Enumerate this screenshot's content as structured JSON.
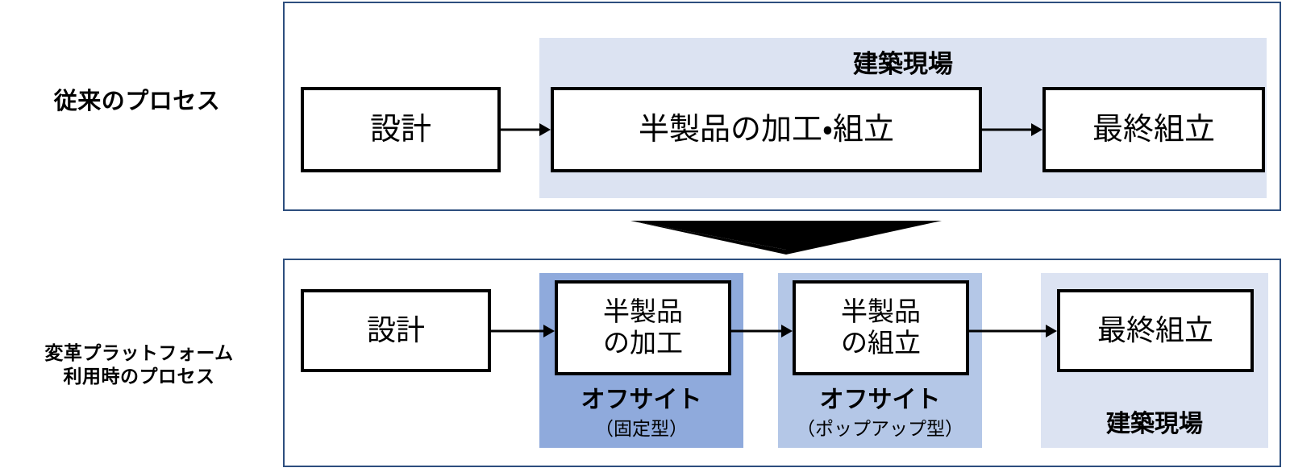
{
  "diagram": {
    "title_present": false,
    "colors": {
      "panel_border": "#2d4e7e",
      "zone_onsite": "#dce3f2",
      "zone_offsite_fixed": "#8faadc",
      "zone_offsite_popup": "#b4c7e7",
      "box_border": "#000000",
      "arrow": "#000000",
      "background": "#ffffff"
    },
    "rows": [
      {
        "id": "legacy",
        "label_lines": [
          "従来のプロセス"
        ],
        "zones": [
          {
            "id": "legacy-site",
            "label": "建築現場",
            "sublabel": "",
            "fill": "#dce3f2"
          }
        ],
        "steps": [
          {
            "id": "legacy-design",
            "lines": [
              "設計"
            ]
          },
          {
            "id": "legacy-fab",
            "lines": [
              "半製品の加工・組立"
            ]
          },
          {
            "id": "legacy-final",
            "lines": [
              "最終組立"
            ]
          }
        ],
        "connectors": [
          {
            "id": "legacy-arrow-1",
            "from": "legacy-design",
            "to": "legacy-fab"
          },
          {
            "id": "legacy-arrow-2",
            "from": "legacy-fab",
            "to": "legacy-final"
          }
        ]
      },
      {
        "id": "platform",
        "label_lines": [
          "変革プラットフォーム",
          "利用時のプロセス"
        ],
        "zones": [
          {
            "id": "offsite-fixed",
            "label": "オフサイト",
            "sublabel": "（固定型）",
            "fill": "#8faadc"
          },
          {
            "id": "offsite-popup",
            "label": "オフサイト",
            "sublabel": "（ポップアップ型）",
            "fill": "#b4c7e7"
          },
          {
            "id": "onsite",
            "label": "建築現場",
            "sublabel": "",
            "fill": "#dce3f2"
          }
        ],
        "steps": [
          {
            "id": "plat-design",
            "lines": [
              "設計"
            ]
          },
          {
            "id": "plat-fab",
            "lines": [
              "半製品",
              "の加工"
            ]
          },
          {
            "id": "plat-assy",
            "lines": [
              "半製品",
              "の組立"
            ]
          },
          {
            "id": "plat-final",
            "lines": [
              "最終組立"
            ]
          }
        ],
        "connectors": [
          {
            "id": "plat-arrow-1",
            "from": "plat-design",
            "to": "plat-fab"
          },
          {
            "id": "plat-arrow-2",
            "from": "plat-fab",
            "to": "plat-assy"
          },
          {
            "id": "plat-arrow-3",
            "from": "plat-assy",
            "to": "plat-final"
          }
        ]
      }
    ],
    "transition": {
      "id": "transition-arrow",
      "direction": "down",
      "shape": "flat-chevron",
      "fill": "#000000"
    }
  }
}
